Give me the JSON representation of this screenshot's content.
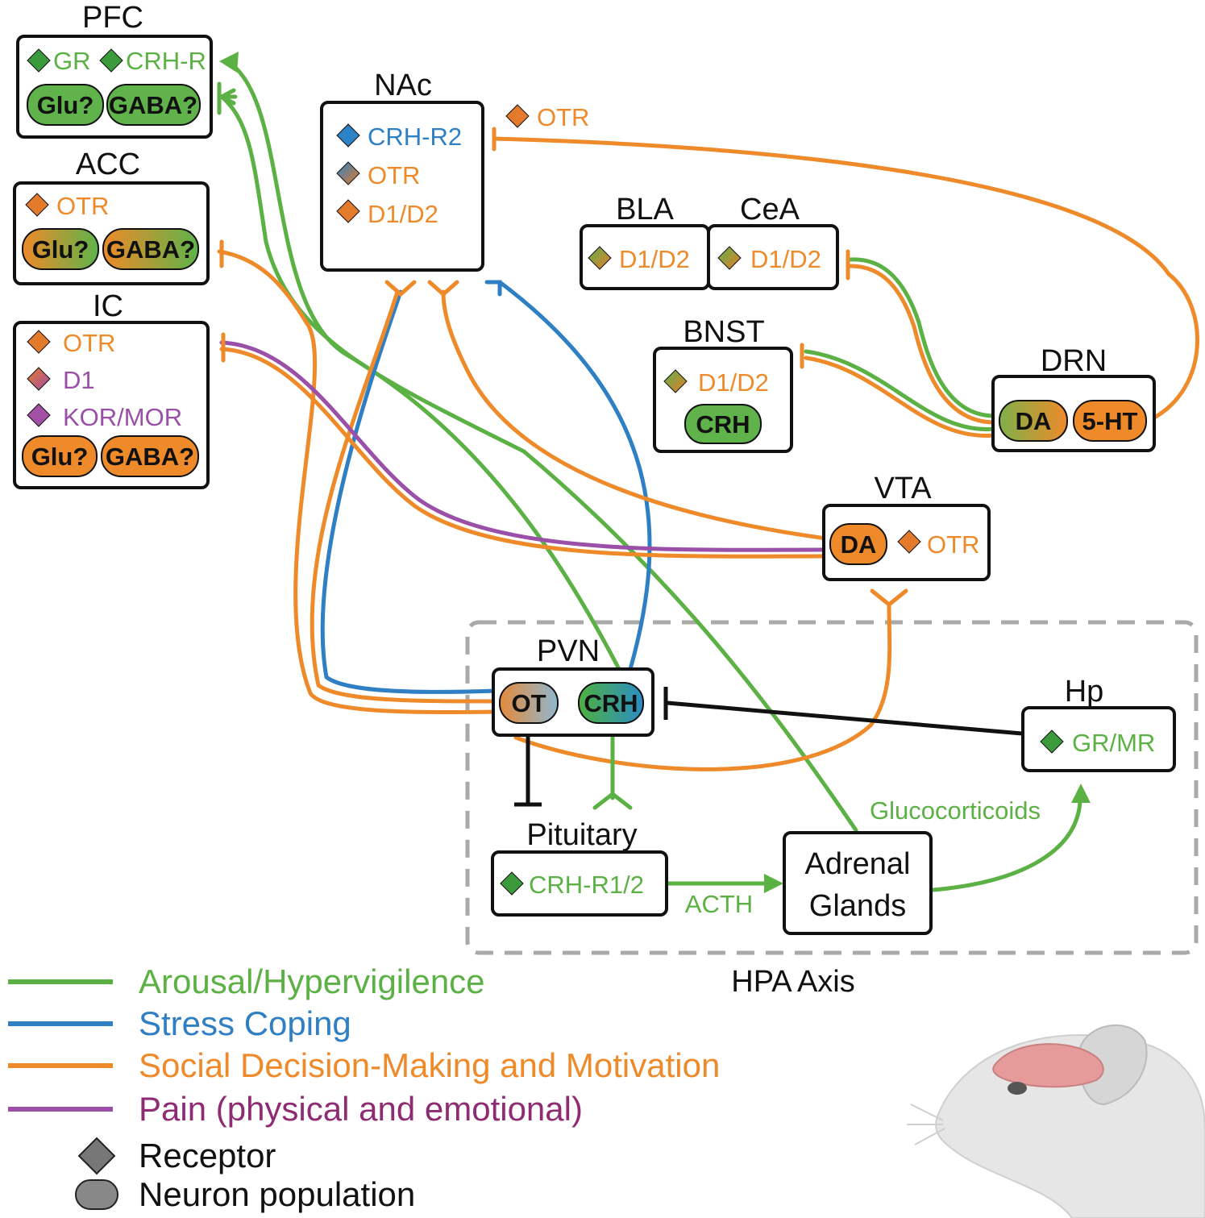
{
  "colors": {
    "green": "#5cb145",
    "blue": "#2f7fc4",
    "orange": "#ee8a2a",
    "purple": "#9a4fa8",
    "black": "#111111",
    "receptor_green": "#3b9a3b",
    "receptor_orange": "#e47a2c",
    "receptor_blue": "#2d83c6",
    "receptor_purple": "#a24fa6",
    "pill_green": "#5fb34a",
    "pill_orange": "#ee8a2a",
    "pill_grey": "#888888",
    "dashed_grey": "#a9a9a9"
  },
  "icons": {
    "receptor": "diamond-icon",
    "neuron_population": "rounded-pill-icon",
    "mouse": "mouse-brain-illustration"
  },
  "regions": {
    "pfc": {
      "title": "PFC",
      "receptors": [
        "GR",
        "CRH-R"
      ],
      "populations": [
        "Glu?",
        "GABA?"
      ]
    },
    "acc": {
      "title": "ACC",
      "receptors": [
        "OTR"
      ],
      "populations": [
        "Glu?",
        "GABA?"
      ]
    },
    "ic": {
      "title": "IC",
      "receptors": [
        "OTR",
        "D1",
        "KOR/MOR"
      ],
      "populations": [
        "Glu?",
        "GABA?"
      ]
    },
    "nac": {
      "title": "NAc",
      "receptors": [
        "CRH-R2",
        "OTR",
        "D1/D2"
      ],
      "external_receptor": "OTR"
    },
    "bla": {
      "title": "BLA",
      "receptors": [
        "D1/D2"
      ]
    },
    "cea": {
      "title": "CeA",
      "receptors": [
        "D1/D2"
      ]
    },
    "bnst": {
      "title": "BNST",
      "receptors": [
        "D1/D2"
      ],
      "populations": [
        "CRH"
      ]
    },
    "drn": {
      "title": "DRN",
      "populations": [
        "DA",
        "5-HT"
      ]
    },
    "vta": {
      "title": "VTA",
      "populations": [
        "DA"
      ],
      "receptors": [
        "OTR"
      ]
    },
    "pvn": {
      "title": "PVN",
      "populations": [
        "OT",
        "CRH"
      ]
    },
    "hp": {
      "title": "Hp",
      "receptors": [
        "GR/MR"
      ]
    },
    "pituitary": {
      "title": "Pituitary",
      "receptors": [
        "CRH-R1/2"
      ]
    },
    "adrenal": {
      "line1": "Adrenal",
      "line2": "Glands"
    }
  },
  "hpa": {
    "label": "HPA Axis",
    "acth": "ACTH",
    "glucocorticoids": "Glucocorticoids"
  },
  "legend": {
    "lines": [
      {
        "label": "Arousal/Hypervigilence",
        "color": "#5cb145"
      },
      {
        "label": "Stress Coping",
        "color": "#2f7fc4"
      },
      {
        "label": "Social Decision-Making and Motivation",
        "color": "#ee8a2a"
      },
      {
        "label": "Pain (physical and emotional)",
        "color": "#8e2b73"
      }
    ],
    "receptor": "Receptor",
    "neuron_population": "Neuron population"
  }
}
